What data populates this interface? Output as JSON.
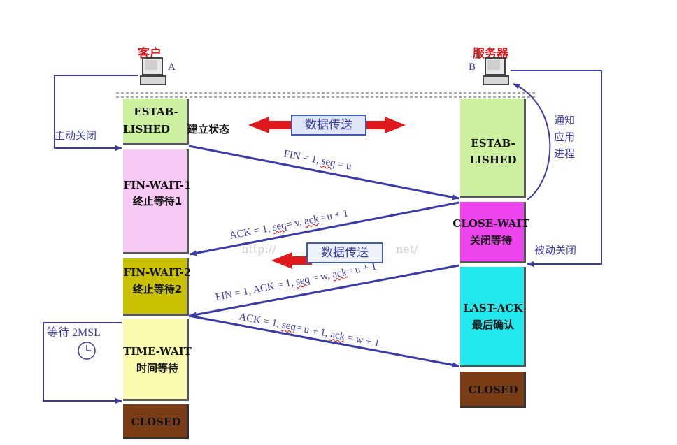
{
  "client": {
    "title": "客户",
    "letter": "A"
  },
  "server": {
    "title": "服务器",
    "letter": "B"
  },
  "side_labels": {
    "active_close": "主动关闭",
    "notify_app": "通知\n应用\n进程",
    "passive_close": "被动关闭",
    "wait_2msl": "等待 2MSL"
  },
  "data_transfer": "数据传送",
  "watermark": "http://",
  "watermark2": "net/",
  "client_states": [
    {
      "line1": "ESTAB-",
      "line2": "LISHED",
      "suffix": "建立状态"
    },
    {
      "line1": "FIN-WAIT-1",
      "line2": "终止等待1"
    },
    {
      "line1": "FIN-WAIT-2",
      "line2": "终止等待2"
    },
    {
      "line1": "TIME-WAIT",
      "line2": "时间等待"
    },
    {
      "line1": "CLOSED"
    }
  ],
  "server_states": [
    {
      "line1": "ESTAB-",
      "line2": "LISHED"
    },
    {
      "line1": "CLOSE-WAIT",
      "line2": "关闭等待"
    },
    {
      "line1": "LAST-ACK",
      "line2": "最后确认"
    },
    {
      "line1": "CLOSED"
    }
  ],
  "messages": {
    "m1_a": "FIN = 1, ",
    "m1_b": "seq",
    "m1_c": " = u",
    "m2_a": "ACK = 1, ",
    "m2_b": "seq",
    "m2_c": "= v, ",
    "m2_d": "ack",
    "m2_e": "= u + 1",
    "m3_a": "FIN = 1, ACK = 1, ",
    "m3_b": "seq",
    "m3_c": " = w, ",
    "m3_d": "ack",
    "m3_e": "= u + 1",
    "m4_a": "ACK = 1, ",
    "m4_b": "seq",
    "m4_c": "= u + 1, ",
    "m4_d": "ack",
    "m4_e": " = w + 1"
  },
  "colors": {
    "estab": "#ccf0a0",
    "fin_wait1": "#f8c8f4",
    "fin_wait2": "#c8c000",
    "time_wait": "#fbfbb0",
    "closed": "#7a3c14",
    "close_wait": "#ee44ee",
    "last_ack": "#22e8ee",
    "line": "#3b3ba8",
    "red_arrow": "#e0191c"
  }
}
